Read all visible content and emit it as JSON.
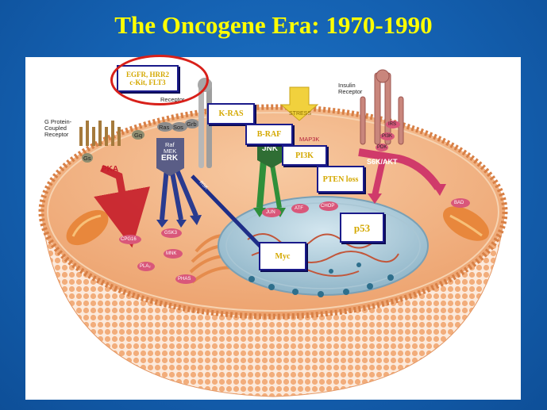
{
  "slide": {
    "title": "The Oncogene Era: 1970-1990"
  },
  "receptors": {
    "g_protein": "G Protein-\nCoupled\nReceptor",
    "insulin": "Insulin\nReceptor",
    "receptor_partial": "Receptor"
  },
  "diagram_labels": {
    "gs": "Gs",
    "gq": "Gq",
    "ras": "Ras",
    "sos": "Sos",
    "grb": "Grb",
    "raf": "Raf",
    "mek": "MEK",
    "erk": "ERK",
    "pka": "PKA",
    "jnk": "JNK",
    "stress": "STRESS",
    "map3k": "MAP3K",
    "s6k_akt": "S6K/AKT",
    "irs": "IRS",
    "pi3k_small": "PI3K",
    "pdk": "PDK",
    "jun": "JUN",
    "atf": "ATF",
    "chop": "CHOP",
    "bad": "BAD",
    "cpg16": "CPG16",
    "gsk3": "GSK3",
    "mnk": "MNK",
    "pla2": "PLA₂",
    "phas": "PHAS",
    "rsk": "RSK"
  },
  "callouts": {
    "egfr": "EGFR, HRR2\nc-Kit, FLT3",
    "kras": "K-RAS",
    "braf": "B-RAF",
    "pi3k": "PI3K",
    "pten": "PTEN loss",
    "p53": "p53",
    "myc": "Myc"
  },
  "colors": {
    "background": "#1460b0",
    "title": "#ffff00",
    "callout_text": "#d4a800",
    "callout_border": "#1a1a8a",
    "highlight_circle": "#d8201a",
    "cytoplasm": "#f3b58a",
    "membrane": "#e89a60",
    "nucleus": "#b9d3df"
  }
}
